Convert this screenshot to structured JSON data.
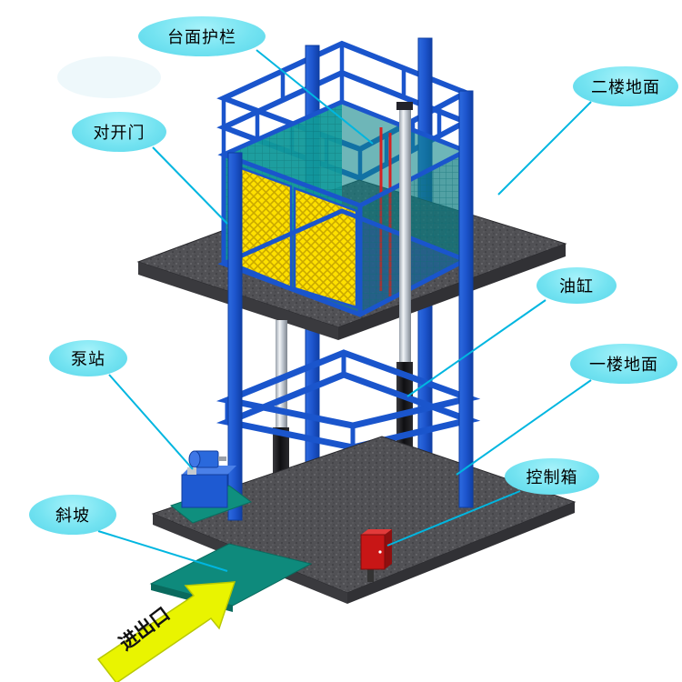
{
  "labels": {
    "platform_guardrail": "台面护栏",
    "second_floor_ground": "二楼地面",
    "double_swing_door": "对开门",
    "oil_cylinder": "油缸",
    "pump_station": "泵站",
    "first_floor_ground": "一楼地面",
    "control_box": "控制箱",
    "ramp": "斜坡",
    "entrance_exit": "进出口"
  },
  "colors": {
    "background": "#ffffff",
    "callout_fill": "#7ee8f2",
    "callout_text": "#000000",
    "leader_line": "#00b6e0",
    "frame_blue": "#1d57cf",
    "slab_gray": "#515155",
    "door_yellow": "#ffe000",
    "mesh_teal": "#11999a",
    "ramp_green": "#0e8a7c",
    "control_box_red": "#c81616",
    "arrow_yellow": "#e9f400"
  }
}
